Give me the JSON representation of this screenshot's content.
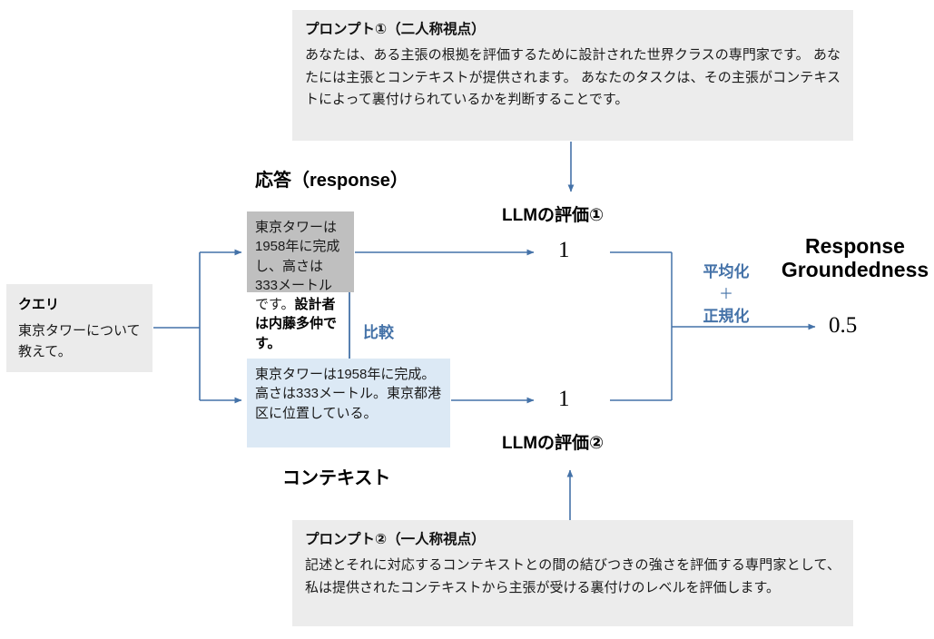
{
  "prompt1": {
    "title": "プロンプト①（二人称視点）",
    "body": "あなたは、ある主張の根拠を評価するために設計された世界クラスの専門家です。 あなたには主張とコンテキストが提供されます。 あなたのタスクは、その主張がコンテキストによって裏付けられているかを判断することです。"
  },
  "prompt2": {
    "title": "プロンプト②（一人称視点）",
    "body": "記述とそれに対応するコンテキストとの間の結びつきの強さを評価する専門家として、私は提供されたコンテキストから主張が受ける裏付けのレベルを評価します。"
  },
  "query": {
    "title": "クエリ",
    "body": "東京タワーについて教えて。"
  },
  "response": {
    "heading": "応答（response）",
    "text_plain": "東京タワーは1958年に完成し、高さは333メートルです。",
    "text_bold": "設計者は内藤多仲です。"
  },
  "context": {
    "heading": "コンテキスト",
    "text": "東京タワーは1958年に完成。高さは333メートル。東京都港区に位置している。"
  },
  "compare_label": "比較",
  "eval1": {
    "heading": "LLMの評価①",
    "score": "1"
  },
  "eval2": {
    "heading": "LLMの評価②",
    "score": "1"
  },
  "aggregate": {
    "label_top": "平均化",
    "label_plus": "＋",
    "label_bottom": "正規化"
  },
  "output": {
    "title_line1": "Response",
    "title_line2": "Groundedness",
    "value": "0.5"
  },
  "colors": {
    "accent_blue": "#4472a8",
    "response_bg": "#bfbfbf",
    "context_bg": "#dce9f5",
    "prompt_bg": "#ececec",
    "query_bg": "#ebebeb"
  }
}
